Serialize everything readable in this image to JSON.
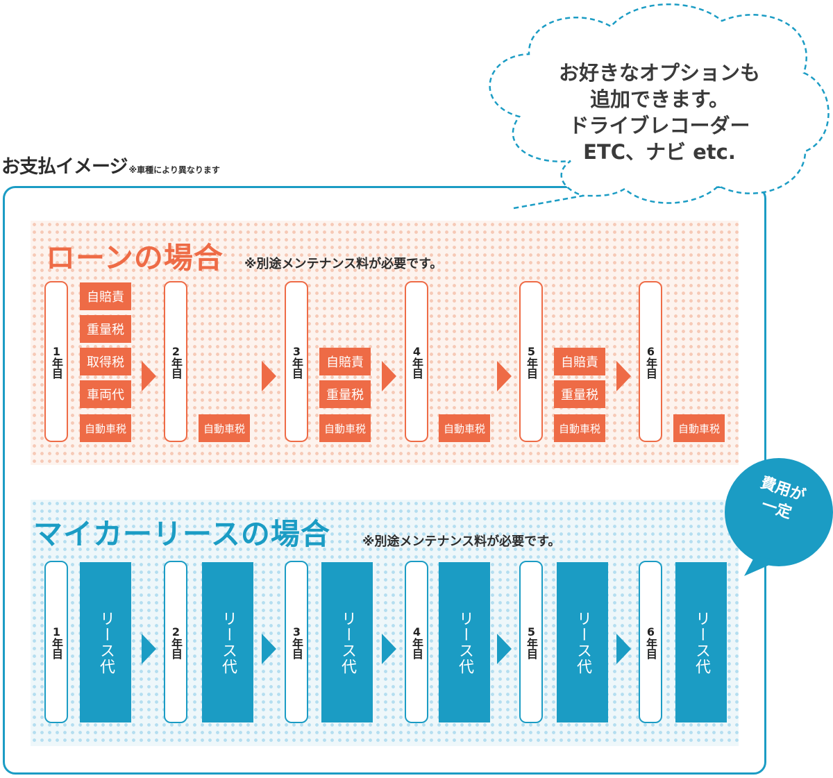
{
  "header": {
    "title": "お支払イメージ",
    "note": "※車種により異なります"
  },
  "cloud": {
    "lines": [
      "お好きなオプションも",
      "追加できます。",
      "ドライブレコーダー",
      "ETC、ナビ etc."
    ]
  },
  "badge": {
    "lines": [
      "費用が",
      "一定"
    ]
  },
  "colors": {
    "loan_accent": "#ee6b46",
    "lease_accent": "#1b9cc4",
    "frame": "#1b9cc4"
  },
  "loan": {
    "title": "ローンの場合",
    "note": "※別途メンテナンス料が必要です。",
    "years": [
      {
        "label": "1年目",
        "costs": [
          "自賠責",
          "重量税",
          "取得税",
          "車両代",
          "自動車税"
        ]
      },
      {
        "label": "2年目",
        "costs": [
          "自動車税"
        ]
      },
      {
        "label": "3年目",
        "costs": [
          "自賠責",
          "重量税",
          "自動車税"
        ]
      },
      {
        "label": "4年目",
        "costs": [
          "自動車税"
        ]
      },
      {
        "label": "5年目",
        "costs": [
          "自賠責",
          "重量税",
          "自動車税"
        ]
      },
      {
        "label": "6年目",
        "costs": [
          "自動車税"
        ]
      }
    ]
  },
  "lease": {
    "title": "マイカーリースの場合",
    "note": "※別途メンテナンス料が必要です。",
    "years": [
      {
        "label": "1年目",
        "cost": "リース代"
      },
      {
        "label": "2年目",
        "cost": "リース代"
      },
      {
        "label": "3年目",
        "cost": "リース代"
      },
      {
        "label": "4年目",
        "cost": "リース代"
      },
      {
        "label": "5年目",
        "cost": "リース代"
      },
      {
        "label": "6年目",
        "cost": "リース代"
      }
    ]
  }
}
